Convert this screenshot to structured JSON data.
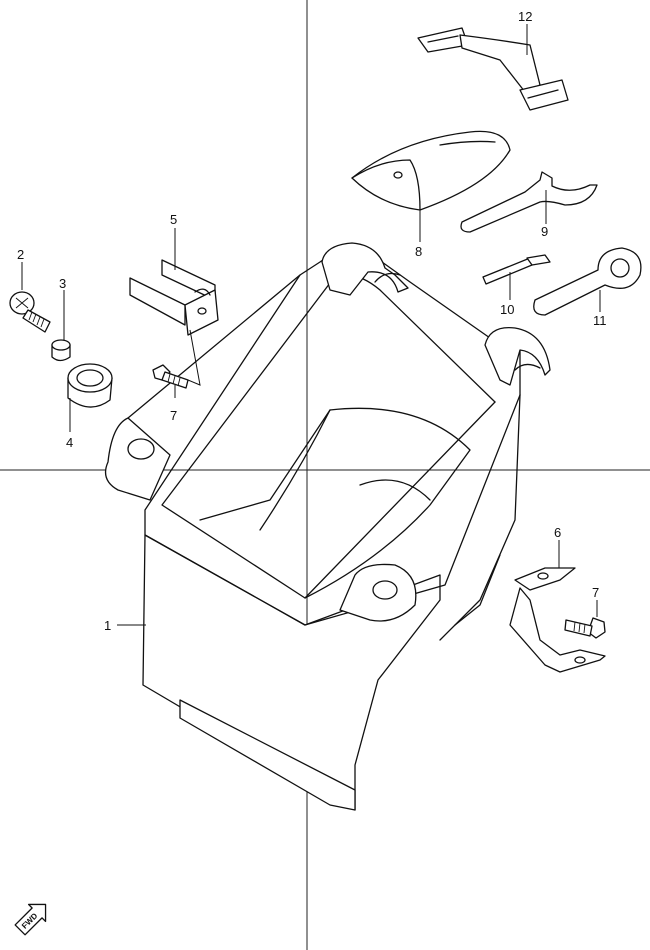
{
  "callouts": [
    {
      "id": "1",
      "text": "1"
    },
    {
      "id": "2",
      "text": "2"
    },
    {
      "id": "3",
      "text": "3"
    },
    {
      "id": "4",
      "text": "4"
    },
    {
      "id": "5",
      "text": "5"
    },
    {
      "id": "6",
      "text": "6"
    },
    {
      "id": "7a",
      "text": "7"
    },
    {
      "id": "7b",
      "text": "7"
    },
    {
      "id": "8",
      "text": "8"
    },
    {
      "id": "9",
      "text": "9"
    },
    {
      "id": "10",
      "text": "10"
    },
    {
      "id": "11",
      "text": "11"
    },
    {
      "id": "12",
      "text": "12"
    }
  ],
  "fwd_label": "FWD"
}
